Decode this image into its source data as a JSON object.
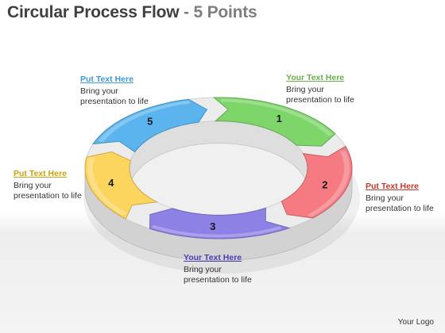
{
  "title": {
    "main": "Circular Process Flow",
    "separator": " - ",
    "accent": "5 Points"
  },
  "segments": [
    {
      "number": "1",
      "color": "#7ed56a",
      "heading": "Your Text Here",
      "heading_color": "#6ab04c",
      "body_line1": "Bring your",
      "body_line2": "presentation to life"
    },
    {
      "number": "2",
      "color": "#f57a82",
      "heading": "Put Text Here",
      "heading_color": "#c0392b",
      "body_line1": "Bring your",
      "body_line2": "presentation to life"
    },
    {
      "number": "3",
      "color": "#8e81e6",
      "heading": "Your Text Here",
      "heading_color": "#4b3fb0",
      "body_line1": "Bring your",
      "body_line2": "presentation to life"
    },
    {
      "number": "4",
      "color": "#fcd55f",
      "heading": "Put Text Here",
      "heading_color": "#c9a30e",
      "body_line1": "Bring your",
      "body_line2": "presentation to life"
    },
    {
      "number": "5",
      "color": "#5bb4ee",
      "heading": "Put Text Here",
      "heading_color": "#3a9ad9",
      "body_line1": "Bring your",
      "body_line2": "presentation to life"
    }
  ],
  "footer": {
    "logo": "Your Logo"
  }
}
